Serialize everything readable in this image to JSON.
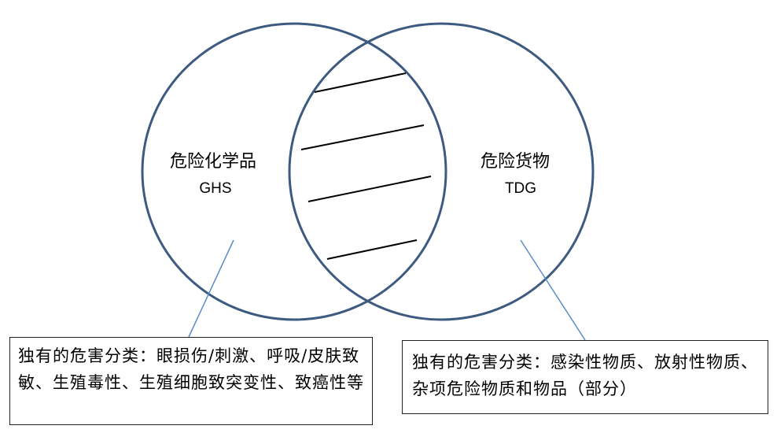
{
  "left_set": {
    "title": "危险化学品",
    "abbr": "GHS"
  },
  "right_set": {
    "title": "危险货物",
    "abbr": "TDG"
  },
  "left_callout": {
    "text": "独有的危害分类：眼损伤/刺激、呼吸/皮肤致敏、生殖毒性、生殖细胞致突变性、致癌性等"
  },
  "right_callout": {
    "text": "独有的危害分类：感染性物质、放射性物质、杂项危险物质和物品（部分）"
  },
  "colors": {
    "circle_stroke": "#3d5a80",
    "leader_line": "#5b8cc8",
    "hatch": "#000000",
    "box_border": "#222222"
  }
}
